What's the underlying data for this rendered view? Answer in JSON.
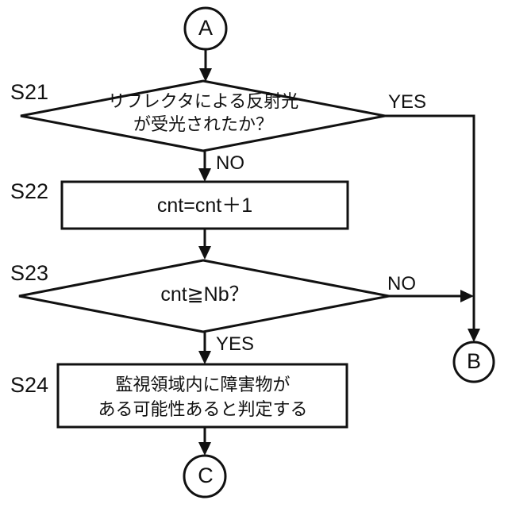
{
  "diagram": {
    "title": "obstacle-detection-flowchart",
    "stroke_color": "#111111",
    "background_color": "#ffffff"
  },
  "connectors": {
    "entry": {
      "letter": "A"
    },
    "exit_b": {
      "letter": "B"
    },
    "exit_c": {
      "letter": "C"
    }
  },
  "steps": [
    {
      "id": "S21",
      "label": "S21",
      "type": "decision",
      "text_line1": "リフレクタによる反射光",
      "text_line2": "が受光されたか？",
      "yes_label": "YES",
      "no_label": "NO"
    },
    {
      "id": "S22",
      "label": "S22",
      "type": "process",
      "text_line1": "cnt=cnt＋1"
    },
    {
      "id": "S23",
      "label": "S23",
      "type": "decision",
      "text_line1": "cnt≧Nb？",
      "yes_label": "YES",
      "no_label": "NO"
    },
    {
      "id": "S24",
      "label": "S24",
      "type": "process",
      "text_line1": "監視領域内に障害物が",
      "text_line2": "ある可能性あると判定する"
    }
  ],
  "branch_labels": {
    "s21_yes": "YES",
    "s21_no": "NO",
    "s23_no": "NO",
    "s23_yes": "YES"
  }
}
